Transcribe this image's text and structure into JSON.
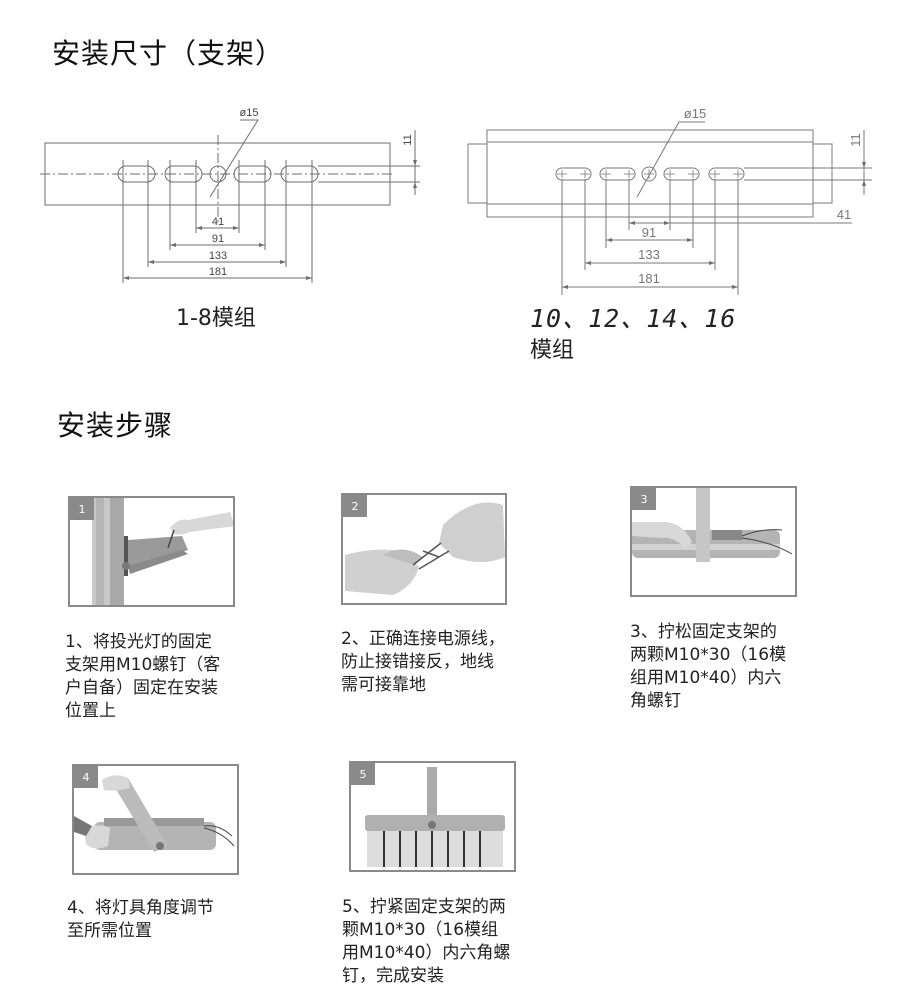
{
  "section_dimensions": {
    "title": "安装尺寸（支架）",
    "left_drawing": {
      "caption": "1-8模组",
      "hole_label": "ø15",
      "slot_height_label": "11",
      "dims": [
        "41",
        "91",
        "133",
        "181"
      ]
    },
    "right_drawing": {
      "caption_line1": "10、12、14、16",
      "caption_line2": "模组",
      "hole_label": "ø15",
      "slot_height_label": "11",
      "dims": [
        "41",
        "91",
        "133",
        "181"
      ]
    }
  },
  "section_steps": {
    "title": "安装步骤",
    "steps": [
      {
        "number": "1",
        "text": "1、将投光灯的固定\n支架用M10螺钉（客\n户自备）固定在安装\n位置上",
        "image": "bracket-mounted-on-pole"
      },
      {
        "number": "2",
        "text": "2、正确连接电源线，\n防止接错接反，地线\n需可接靠地",
        "image": "connecting-power-wires"
      },
      {
        "number": "3",
        "text": "3、拧松固定支架的\n两颗M10*30（16模\n组用M10*40）内六\n角螺钉",
        "image": "loosening-bracket-screws"
      },
      {
        "number": "4",
        "text": "4、将灯具角度调节\n至所需位置",
        "image": "adjusting-lamp-angle"
      },
      {
        "number": "5",
        "text": "5、拧紧固定支架的两\n颗M10*30（16模组\n用M10*40）内六角螺\n钉，完成安装",
        "image": "installed-floodlight"
      }
    ]
  },
  "colors": {
    "line": "#6e6e6e",
    "badge": "#8a8a8a",
    "text": "#222222"
  }
}
